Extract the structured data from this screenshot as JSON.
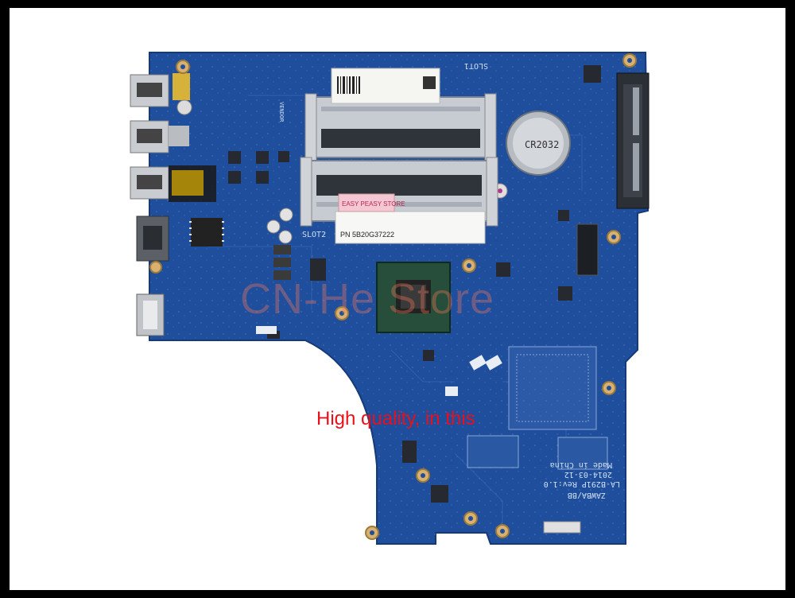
{
  "watermark": "CN-He Store",
  "caption": "High quality, in this",
  "board_labels": {
    "slot1": "SLOT1",
    "slot2": "SLOT2",
    "battery": "CR2032",
    "model": "ZAWBA/BB",
    "revision": "LA-B291P Rev:1.0",
    "date": "2014-03-12",
    "origin": "Made in China",
    "sticker": "EASY PEASY STORE",
    "pn": "PN 5B20G37222",
    "vendor": "VENDOR"
  },
  "colors": {
    "background": "#000000",
    "frame": "#ffffff",
    "pcb": "#1f4e9c",
    "pcb_dark": "#173f86",
    "caption": "#e8101a",
    "watermark": "#ff785a"
  }
}
